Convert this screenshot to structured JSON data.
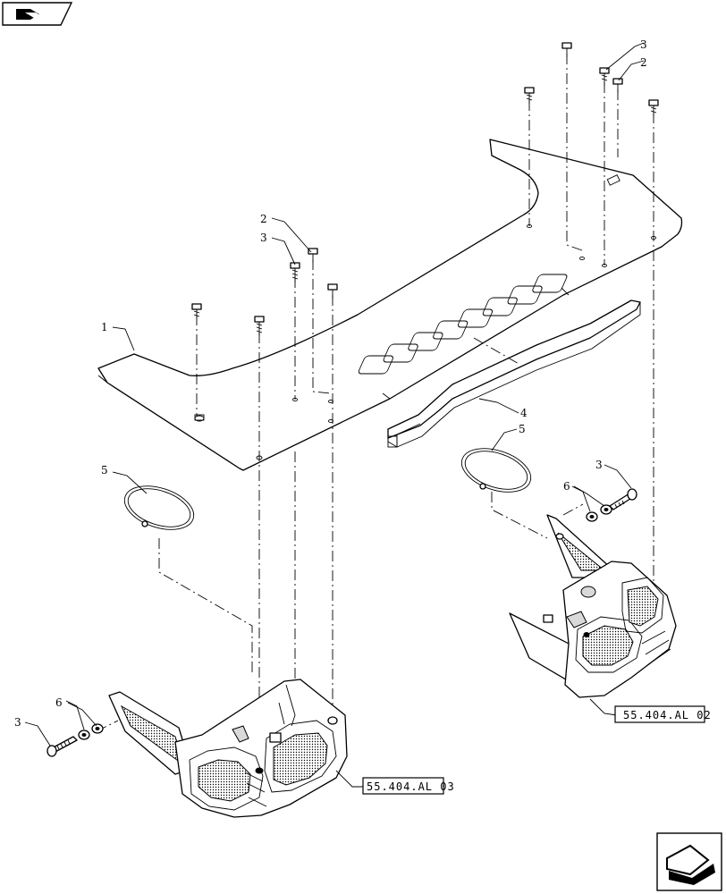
{
  "icons": {
    "top_left": "book-hand-icon",
    "bottom_right": "next-page-arrow-icon"
  },
  "callouts": {
    "c1": "1",
    "c2a": "2",
    "c2b": "2",
    "c3a": "3",
    "c3b": "3",
    "c3c": "3",
    "c3d": "3",
    "c4": "4",
    "c5a": "5",
    "c5b": "5",
    "c6a": "6",
    "c6b": "6"
  },
  "references": {
    "left": "55.404.AL 03",
    "right": "55.404.AL 02"
  }
}
